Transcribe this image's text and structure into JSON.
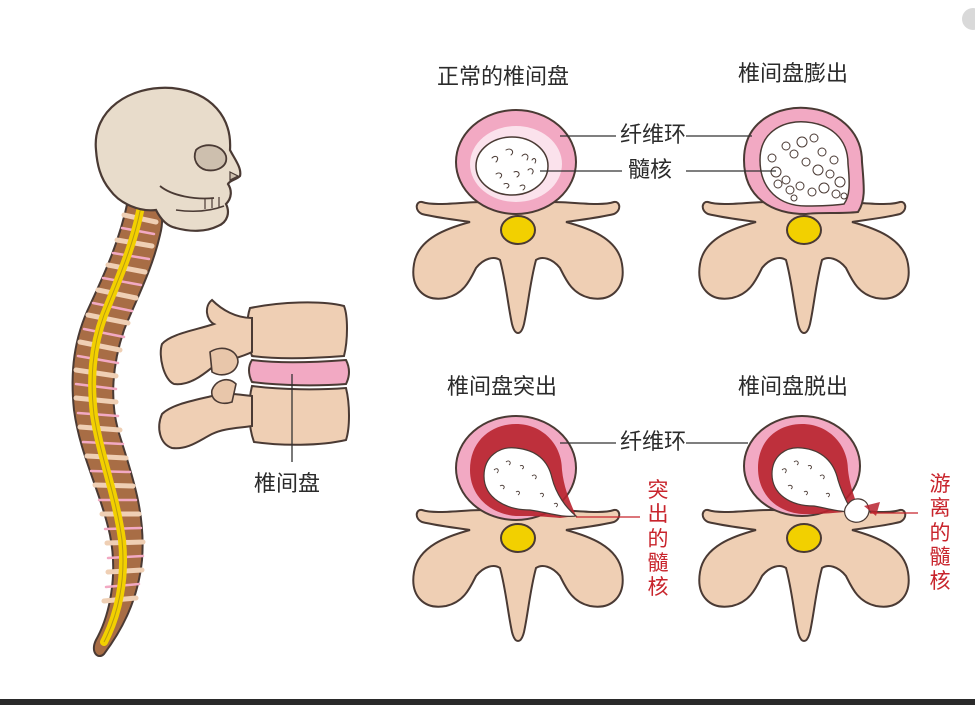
{
  "labels": {
    "normal_disc": "正常的椎间盘",
    "disc_bulge": "椎间盘膨出",
    "disc_protrusion": "椎间盘突出",
    "disc_extrusion": "椎间盘脱出",
    "intervertebral_disc": "椎间盘",
    "annulus_fibrosus_top": "纤维环",
    "nucleus_pulposus": "髓核",
    "annulus_fibrosus_bottom": "纤维环",
    "protruded_nucleus": "突出的髓核",
    "free_nucleus": "游离的髓核"
  },
  "colors": {
    "bone": "#efcfb4",
    "bone_outline": "#4a3a34",
    "skull": "#e8dccb",
    "disc_outer": "#f2a9c3",
    "disc_inner": "#fbe2ec",
    "nucleus": "#ffffff",
    "spinal_cord": "#f2d000",
    "spine_brown": "#a86d45",
    "lesion_red": "#b8222e",
    "label_red": "#c8242c"
  }
}
